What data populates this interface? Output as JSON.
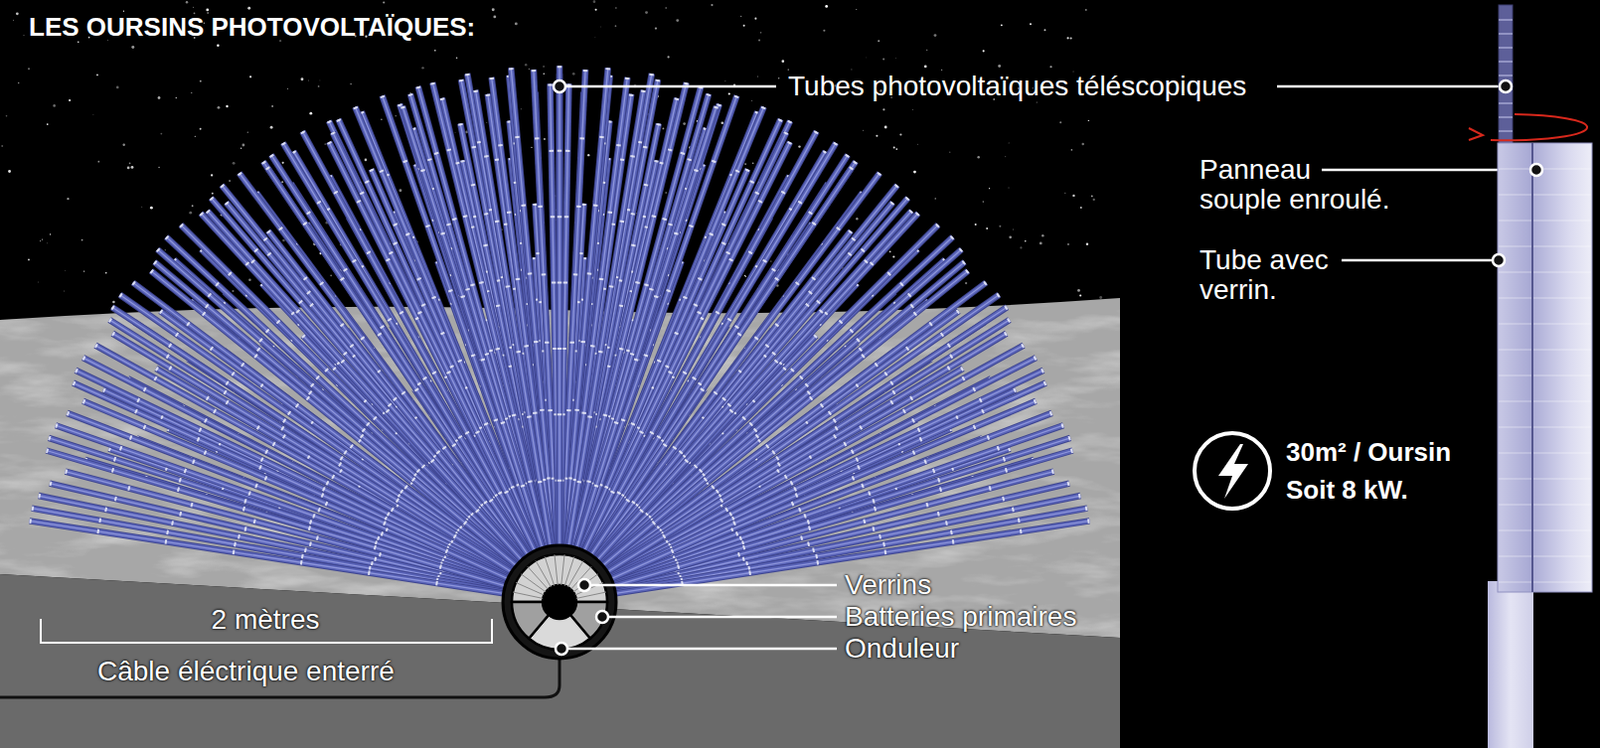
{
  "diagram": {
    "title": "LES OURSINS PHOTOVOLTAÏQUES:",
    "labels": [
      "Tubes photovoltaïques téléscopiques",
      "Panneau souple enroulé.",
      "Tube avec verrin.",
      "30m² / Oursin",
      "Soit 8 kW.",
      "Verrins",
      "Batteries primaires",
      "Onduleur",
      "2 mètres",
      "Câble éléctrique enterré"
    ]
  }
}
